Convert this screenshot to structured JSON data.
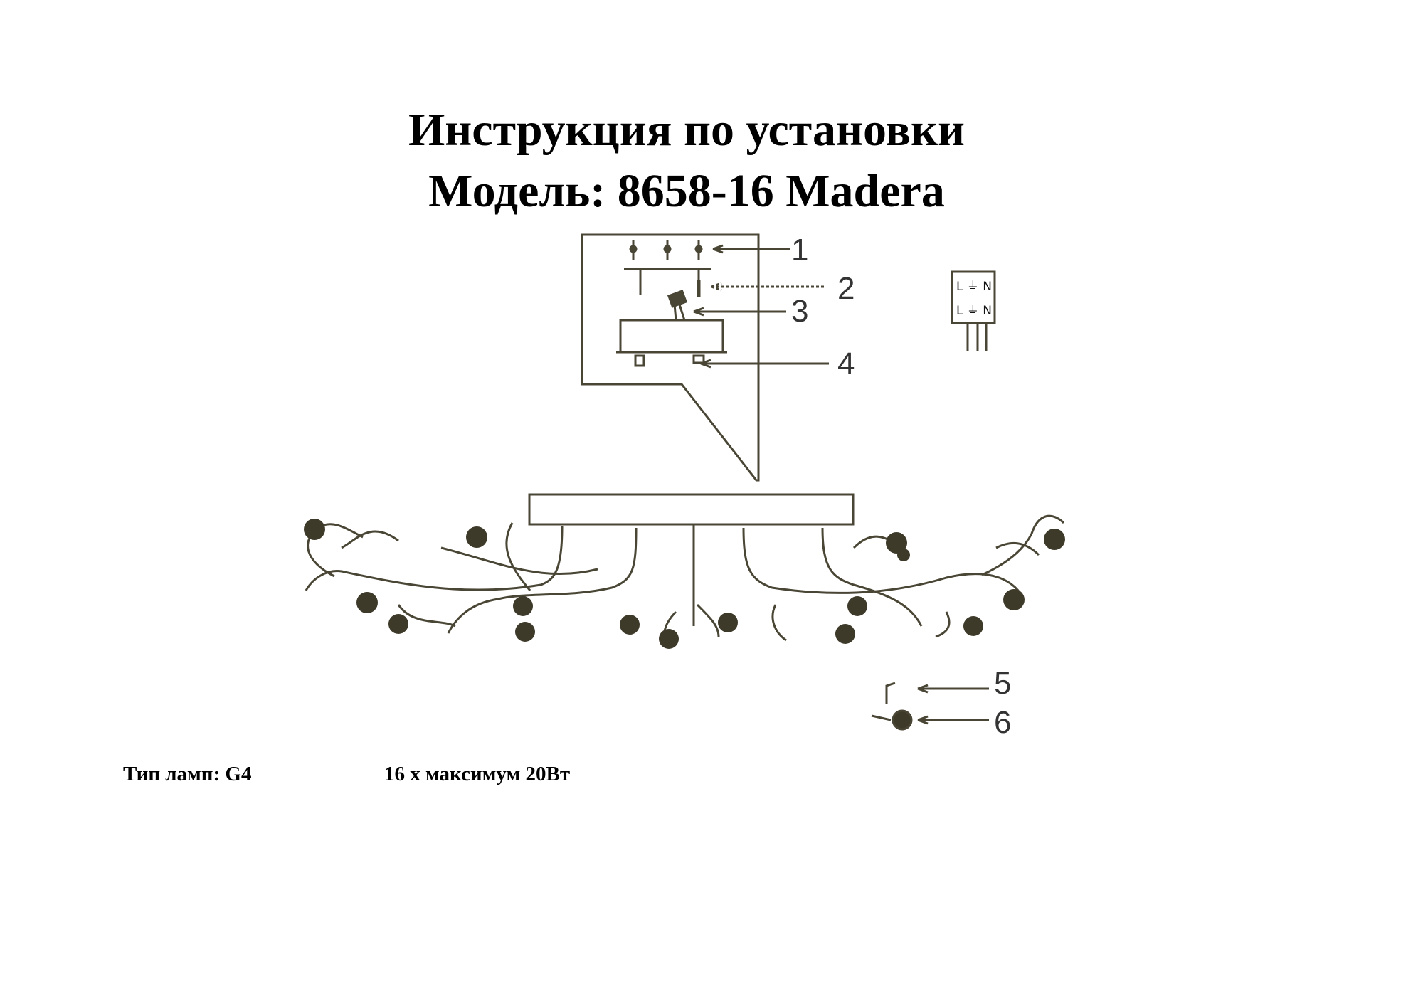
{
  "header": {
    "title_line1": "Инструкция по установки",
    "title_line2": "Модель: 8658-16 Madera"
  },
  "diagram": {
    "callouts": [
      "1",
      "2",
      "3",
      "4",
      "5",
      "6"
    ],
    "terminal_block": {
      "row1": "L ⏚ N",
      "row2": "L ⏚ N"
    },
    "line_color": "#4a4635",
    "accent_color": "#3e3a2a"
  },
  "footer": {
    "lamp_type": "Тип ламп: G4",
    "lamp_count": "16 x максимум 20Вт"
  }
}
